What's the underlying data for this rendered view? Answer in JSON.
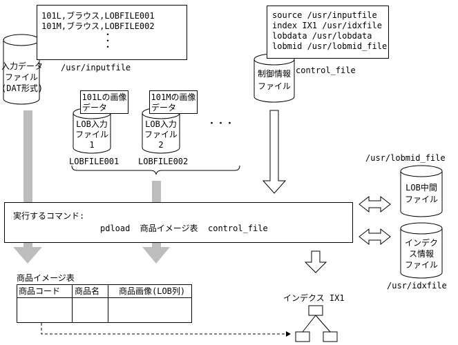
{
  "input_data": {
    "record_lines": [
      "101L,ブラウス,LOBFILE001",
      "101M,ブラウス,LOBFILE002",
      "・",
      "・",
      "・"
    ],
    "file_label_lines": [
      "入力データ",
      "ファイル",
      "(DAT形式)"
    ],
    "path": "/usr/inputfile"
  },
  "control": {
    "statement_lines": [
      "source /usr/inputfile",
      "index IX1 /usr/idxfile",
      "lobdata /usr/lobdata",
      "lobmid /usr/lobmid_file"
    ],
    "file_label_lines": [
      "制御情報",
      "ファイル"
    ],
    "filename": "control_file"
  },
  "lob_files": [
    {
      "image_label_lines": [
        "101Lの画像",
        "データ"
      ],
      "label_lines": [
        "LOB入力",
        "ファイル",
        "1"
      ],
      "filename": "LOBFILE001"
    },
    {
      "image_label_lines": [
        "101Mの画像",
        "データ"
      ],
      "label_lines": [
        "LOB入力",
        "ファイル",
        "2"
      ],
      "filename": "LOBFILE002"
    }
  ],
  "lob_more": "・・・",
  "lobmid_file": {
    "path": "/usr/lobmid_file",
    "label_lines": [
      "LOB中間",
      "ファイル"
    ]
  },
  "index_file": {
    "path": "/usr/idxfile",
    "label_lines": [
      "インデク",
      "ス情報",
      "ファイル"
    ]
  },
  "command": {
    "title": "実行するコマンド:",
    "text": "pdload  商品イメージ表  control_file"
  },
  "table": {
    "title": "商品イメージ表",
    "headers": [
      "商品コード",
      "商品名",
      "商品画像(LOB列)"
    ]
  },
  "index": {
    "title": "インデクス IX1"
  }
}
